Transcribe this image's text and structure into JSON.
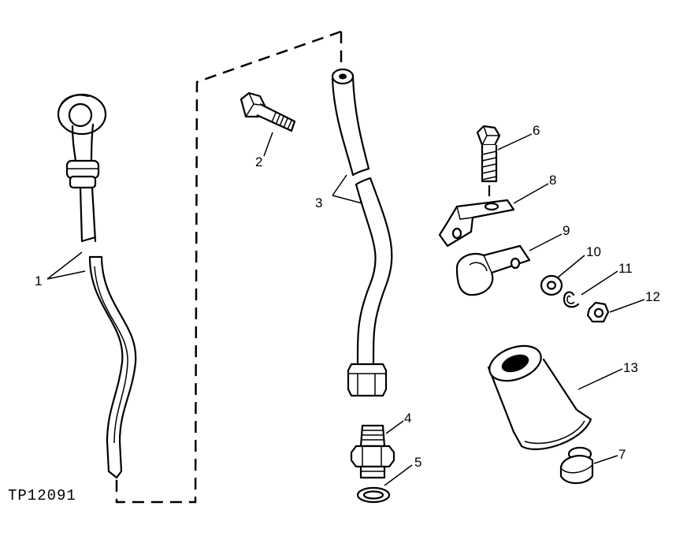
{
  "figure_code": "TP12091",
  "callouts": {
    "c1": "1",
    "c2": "2",
    "c3": "3",
    "c4": "4",
    "c5": "5",
    "c6": "6",
    "c7": "7",
    "c8": "8",
    "c9": "9",
    "c10": "10",
    "c11": "11",
    "c12": "12",
    "c13": "13"
  }
}
